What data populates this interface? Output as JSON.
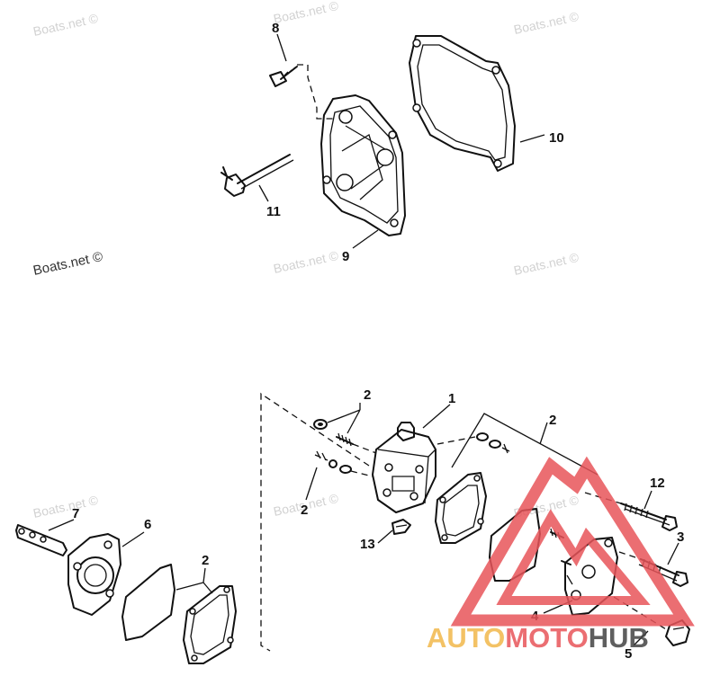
{
  "watermarks": {
    "w1": "Boats.net ©",
    "w2": "Boats.net ©",
    "w3": "Boats.net ©",
    "w4": "Boats.net ©",
    "w5": "Boats.net ©",
    "w6": "Boats.net ©",
    "w7": "Boats.net ©",
    "w8": "Boats.net ©",
    "w9": "Boats.net ©"
  },
  "callouts": {
    "c1": "1",
    "c2a": "2",
    "c2b": "2",
    "c2c": "2",
    "c2d": "2",
    "c3": "3",
    "c4": "4",
    "c5": "5",
    "c6": "6",
    "c7": "7",
    "c8": "8",
    "c9": "9",
    "c10": "10",
    "c11": "11",
    "c12": "12",
    "c13": "13"
  },
  "logo": {
    "part1": "AUTOMOTO",
    "part2": "HUB",
    "colors": {
      "triangle": "#e8555a",
      "auto": "#f2b84b",
      "moto": "#e8555a",
      "hub": "#444444"
    }
  }
}
